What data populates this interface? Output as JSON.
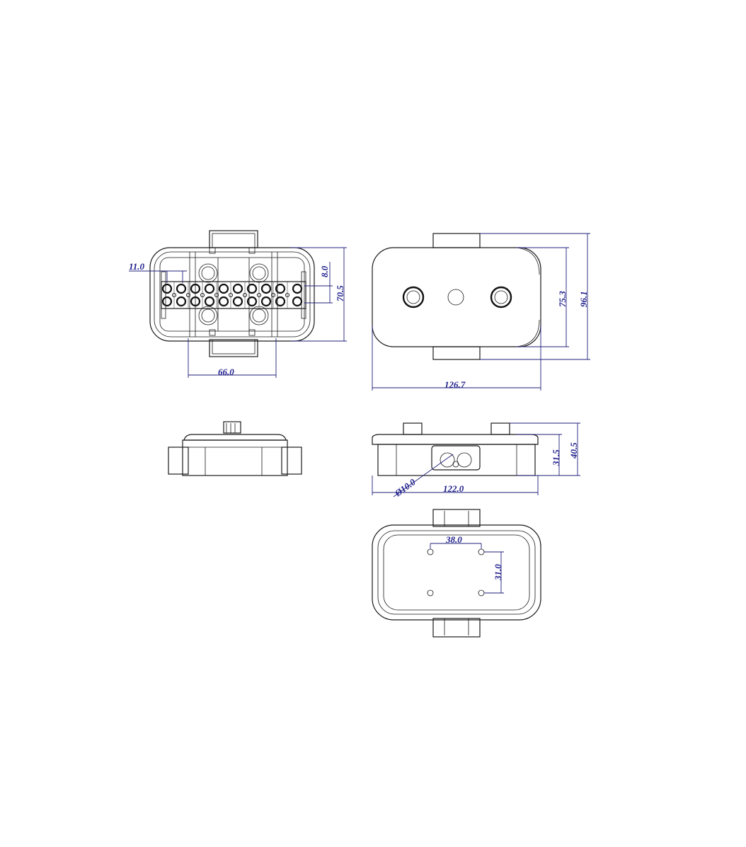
{
  "dimensions": {
    "top_view_terminal_pitch": "11.0",
    "top_view_terminal_gap": "8.0",
    "top_view_height": "70.5",
    "top_view_inner_width": "66.0",
    "front_view_inner_height": "75.3",
    "front_view_overall_height": "96.1",
    "front_view_overall_width": "126.7",
    "side_view_body_height": "31.5",
    "side_view_overall_height": "40.5",
    "side_view_cable_diameter": "Ø10.0",
    "side_view_width": "122.0",
    "bottom_view_hole_spacing_x": "38.0",
    "bottom_view_hole_spacing_y": "31.0"
  }
}
